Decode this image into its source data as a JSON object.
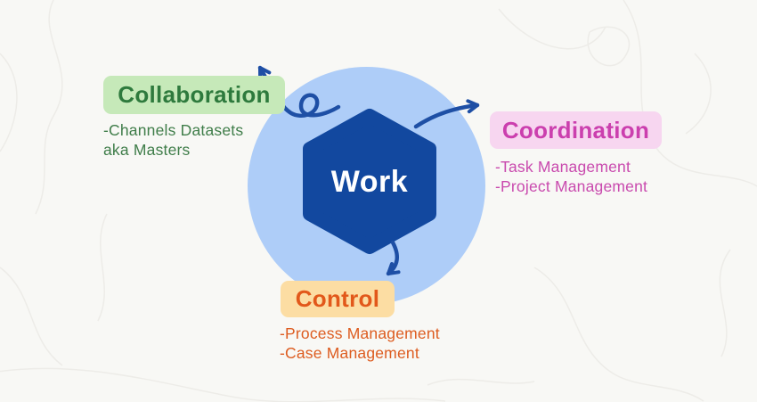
{
  "diagram": {
    "center": {
      "label": "Work"
    },
    "branches": [
      {
        "label": "Collaboration",
        "lines": [
          "-Channels Datasets",
          "aka Masters"
        ]
      },
      {
        "label": "Coordination",
        "lines": [
          "-Task Management",
          "-Project Management"
        ]
      },
      {
        "label": "Control",
        "lines": [
          "-Process Management",
          "-Case Management"
        ]
      }
    ]
  },
  "colors": {
    "background": "#f8f8f5",
    "contour": "#edece8",
    "circle": "#aecdf8",
    "hexagon": "#12489f",
    "arrow": "#1e4fa5",
    "work_text": "#ffffff",
    "collaboration_bg": "#c6e9b9",
    "collaboration_text": "#2e7a3d",
    "collaboration_sub": "#3f7d49",
    "coordination_bg": "#f7d6f0",
    "coordination_text": "#cb3fae",
    "coordination_sub": "#c94aae",
    "control_bg": "#fcdda3",
    "control_text": "#e2581a",
    "control_sub": "#dd5c20"
  }
}
